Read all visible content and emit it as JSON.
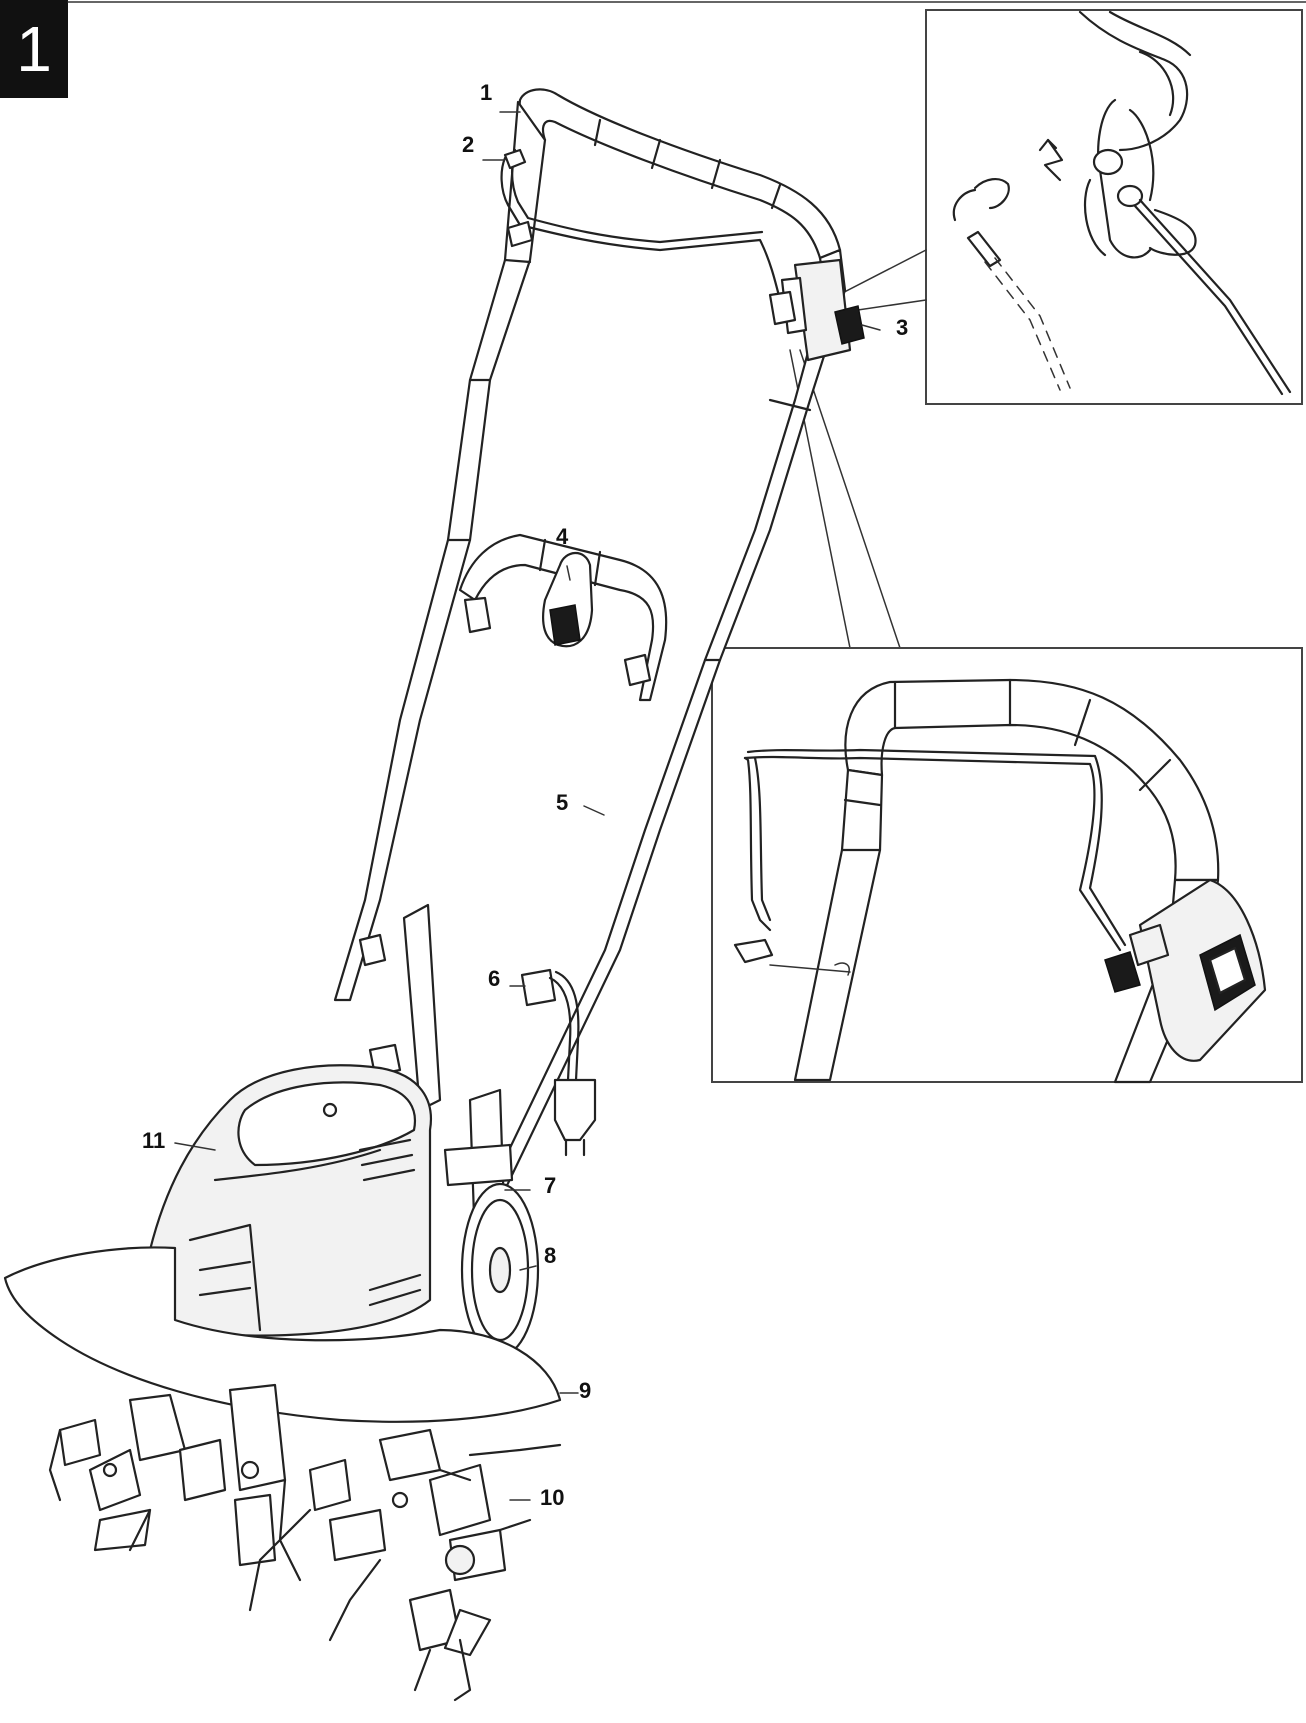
{
  "figure": {
    "number": "1",
    "colors": {
      "line": "#222222",
      "badge_bg": "#111111",
      "badge_text": "#ffffff",
      "background": "#ffffff"
    }
  },
  "callouts": [
    {
      "id": "1",
      "label": "1"
    },
    {
      "id": "2",
      "label": "2"
    },
    {
      "id": "3",
      "label": "3"
    },
    {
      "id": "4",
      "label": "4"
    },
    {
      "id": "5",
      "label": "5"
    },
    {
      "id": "6",
      "label": "6"
    },
    {
      "id": "7",
      "label": "7"
    },
    {
      "id": "8",
      "label": "8"
    },
    {
      "id": "9",
      "label": "9"
    },
    {
      "id": "10",
      "label": "10"
    },
    {
      "id": "11",
      "label": "11"
    }
  ]
}
